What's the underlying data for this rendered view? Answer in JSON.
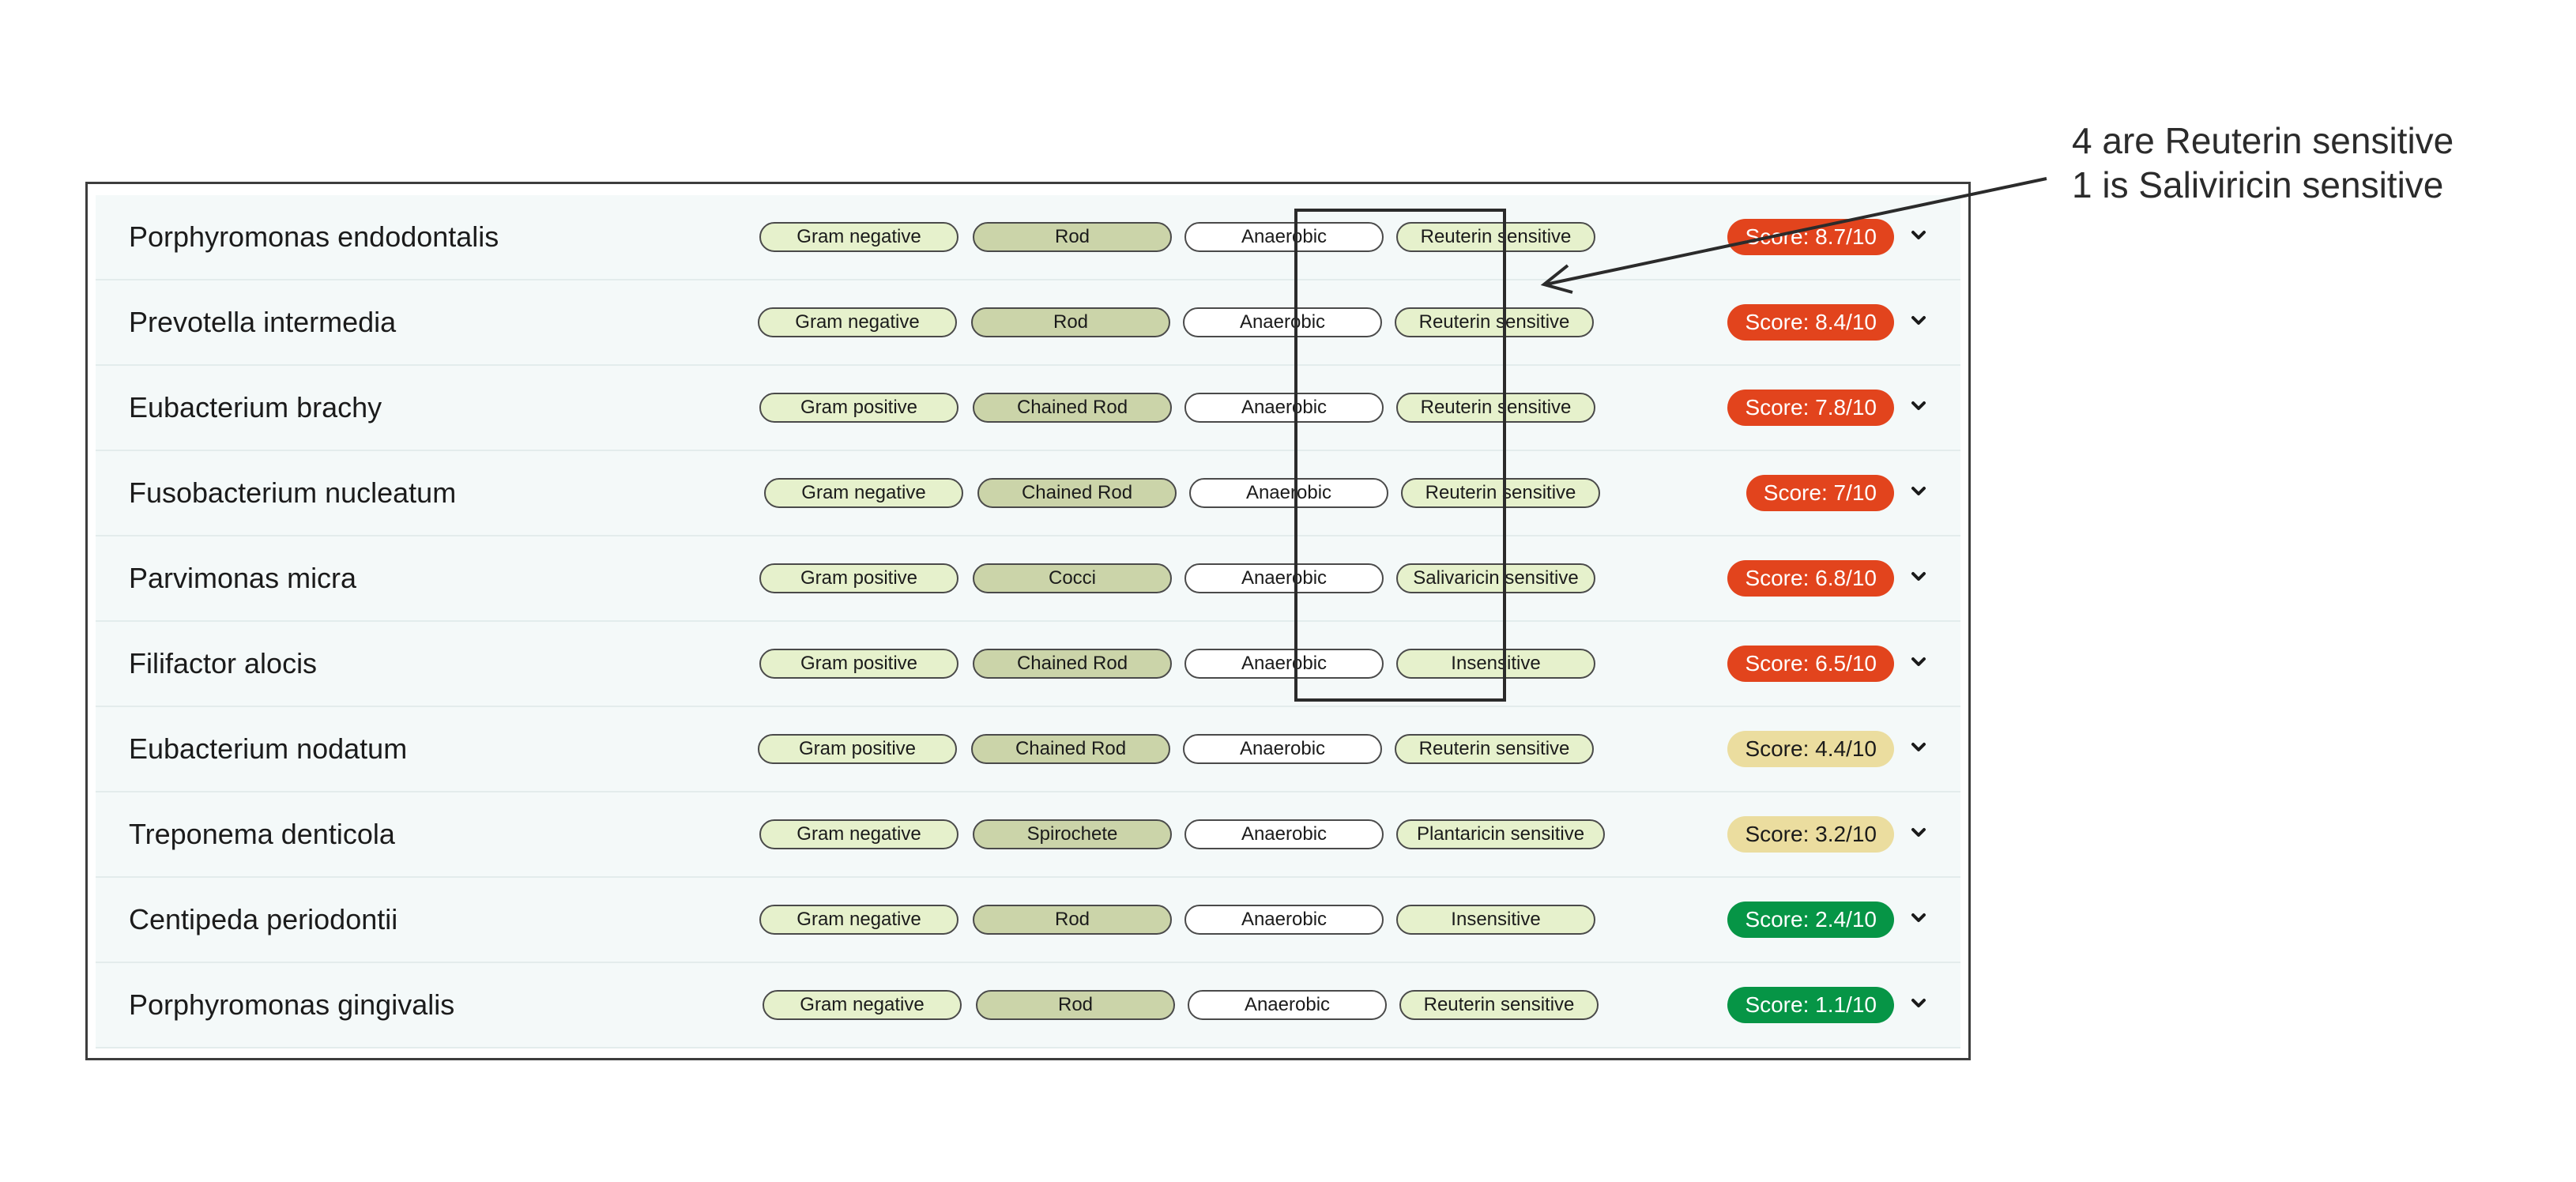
{
  "rows": [
    {
      "name": "Porphyromonas endodontalis",
      "gram": "Gram negative",
      "shape": "Rod",
      "respiration": "Anaerobic",
      "sensitivity": "Reuterin sensitive",
      "score": "Score: 8.7/10",
      "level": "high",
      "nudge": 0
    },
    {
      "name": "Prevotella intermedia",
      "gram": "Gram negative",
      "shape": "Rod",
      "respiration": "Anaerobic",
      "sensitivity": "Reuterin sensitive",
      "score": "Score: 8.4/10",
      "level": "high",
      "nudge": 0
    },
    {
      "name": "Eubacterium brachy",
      "gram": "Gram positive",
      "shape": "Chained Rod",
      "respiration": "Anaerobic",
      "sensitivity": "Reuterin sensitive",
      "score": "Score: 7.8/10",
      "level": "high",
      "nudge": 0
    },
    {
      "name": "Fusobacterium nucleatum",
      "gram": "Gram negative",
      "shape": "Chained Rod",
      "respiration": "Anaerobic",
      "sensitivity": "Reuterin sensitive",
      "score": "Score: 7/10",
      "level": "high",
      "nudge": 0
    },
    {
      "name": "Parvimonas micra",
      "gram": "Gram positive",
      "shape": "Cocci",
      "respiration": "Anaerobic",
      "sensitivity": "Salivaricin sensitive",
      "score": "Score: 6.8/10",
      "level": "high",
      "nudge": 0
    },
    {
      "name": "Filifactor alocis",
      "gram": "Gram positive",
      "shape": "Chained Rod",
      "respiration": "Anaerobic",
      "sensitivity": "Insensitive",
      "score": "Score: 6.5/10",
      "level": "high",
      "nudge": 0
    },
    {
      "name": "Eubacterium nodatum",
      "gram": "Gram positive",
      "shape": "Chained Rod",
      "respiration": "Anaerobic",
      "sensitivity": "Reuterin sensitive",
      "score": "Score: 4.4/10",
      "level": "mid",
      "nudge": 0
    },
    {
      "name": "Treponema denticola",
      "gram": "Gram negative",
      "shape": "Spirochete",
      "respiration": "Anaerobic",
      "sensitivity": "Plantaricin sensitive",
      "score": "Score: 3.2/10",
      "level": "mid",
      "nudge": 0
    },
    {
      "name": "Centipeda periodontii",
      "gram": "Gram negative",
      "shape": "Rod",
      "respiration": "Anaerobic",
      "sensitivity": "Insensitive",
      "score": "Score: 2.4/10",
      "level": "low",
      "nudge": 0
    },
    {
      "name": "Porphyromonas gingivalis",
      "gram": "Gram negative",
      "shape": "Rod",
      "respiration": "Anaerobic",
      "sensitivity": "Reuterin sensitive",
      "score": "Score: 1.1/10",
      "level": "low",
      "nudge": 0
    }
  ],
  "annotation": {
    "line1": "4 are Reuterin sensitive",
    "line2": "1 is Saliviricin sensitive"
  },
  "icons": {
    "expand": "chevron-down-icon"
  },
  "colors": {
    "score_high": "#e2441d",
    "score_mid": "#ebdd9f",
    "score_low": "#069546",
    "gram_pill": "#e6f1cc",
    "shape_pill": "#cbd4a9"
  }
}
